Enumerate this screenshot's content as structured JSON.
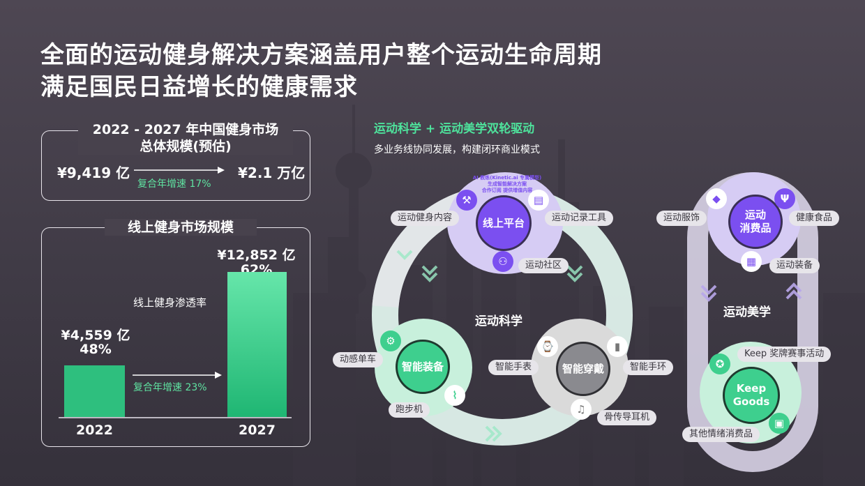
{
  "headline": {
    "line1": "全面的运动健身解决方案涵盖用户整个运动生命周期",
    "line2": "满足国民日益增长的健康需求"
  },
  "market_box": {
    "title_line1": "2022 - 2027 年中国健身市场",
    "title_line2": "总体规模(预估)",
    "start_value": "¥9,419 亿",
    "end_value": "¥2.1 万亿",
    "cagr": "复合年增速 17%"
  },
  "online_box": {
    "title": "线上健身市场规模",
    "penetration_label": "线上健身渗透率",
    "cagr": "复合年增速 23%",
    "bar_2022_value": "¥4,559 亿",
    "bar_2022_pct": "48%",
    "bar_2022_year": "2022",
    "bar_2027_value": "¥12,852 亿",
    "bar_2027_pct": "62%",
    "bar_2027_year": "2027"
  },
  "chart_data": {
    "type": "bar",
    "categories": [
      "2022",
      "2027"
    ],
    "values": [
      4559,
      12852
    ],
    "title": "线上健身市场规模",
    "xlabel": "",
    "ylabel": "",
    "ylim": [
      0,
      13000
    ]
  },
  "drive": {
    "heading": "运动科学 + 运动美学双轮驱动",
    "subheading": "多业务线协同发展，构建闭环商业模式",
    "science_label": "运动科学",
    "aesthetics_label": "运动美学"
  },
  "nodes": {
    "online_platform": "线上平台",
    "smart_equipment": "智能装备",
    "smart_wearables": "智能穿戴",
    "sport_consumer": "运动\n消费品",
    "keep_goods": "Keep\nGoods"
  },
  "arc_text": {
    "line1": "AI 教练(Kinetic.ai 专属模型)",
    "line2": "生成智能解决方案",
    "line3": "合作订阅 提供增值内容"
  },
  "pills": {
    "content": "运动健身内容",
    "record_tool": "运动记录工具",
    "community": "运动社区",
    "bike": "动感单车",
    "treadmill": "跑步机",
    "watch": "智能手表",
    "band": "智能手环",
    "earphone": "骨传导耳机",
    "apparel": "运动服饰",
    "food": "健康食品",
    "gear": "运动装备",
    "medal": "Keep 奖牌赛事活动",
    "other": "其他情绪消费品"
  },
  "colors": {
    "accent_green": "#3ecf8e",
    "bar_green": "#2ebf7e",
    "purple": "#7b4ff0",
    "light_purple": "#c9b9f2"
  },
  "icons": [
    "dumbbell-icon",
    "document-icon",
    "community-icon",
    "bike-icon",
    "treadmill-icon",
    "watch-icon",
    "band-icon",
    "earphone-icon",
    "shirt-icon",
    "food-icon",
    "gear-icon",
    "medal-icon",
    "gift-icon"
  ]
}
